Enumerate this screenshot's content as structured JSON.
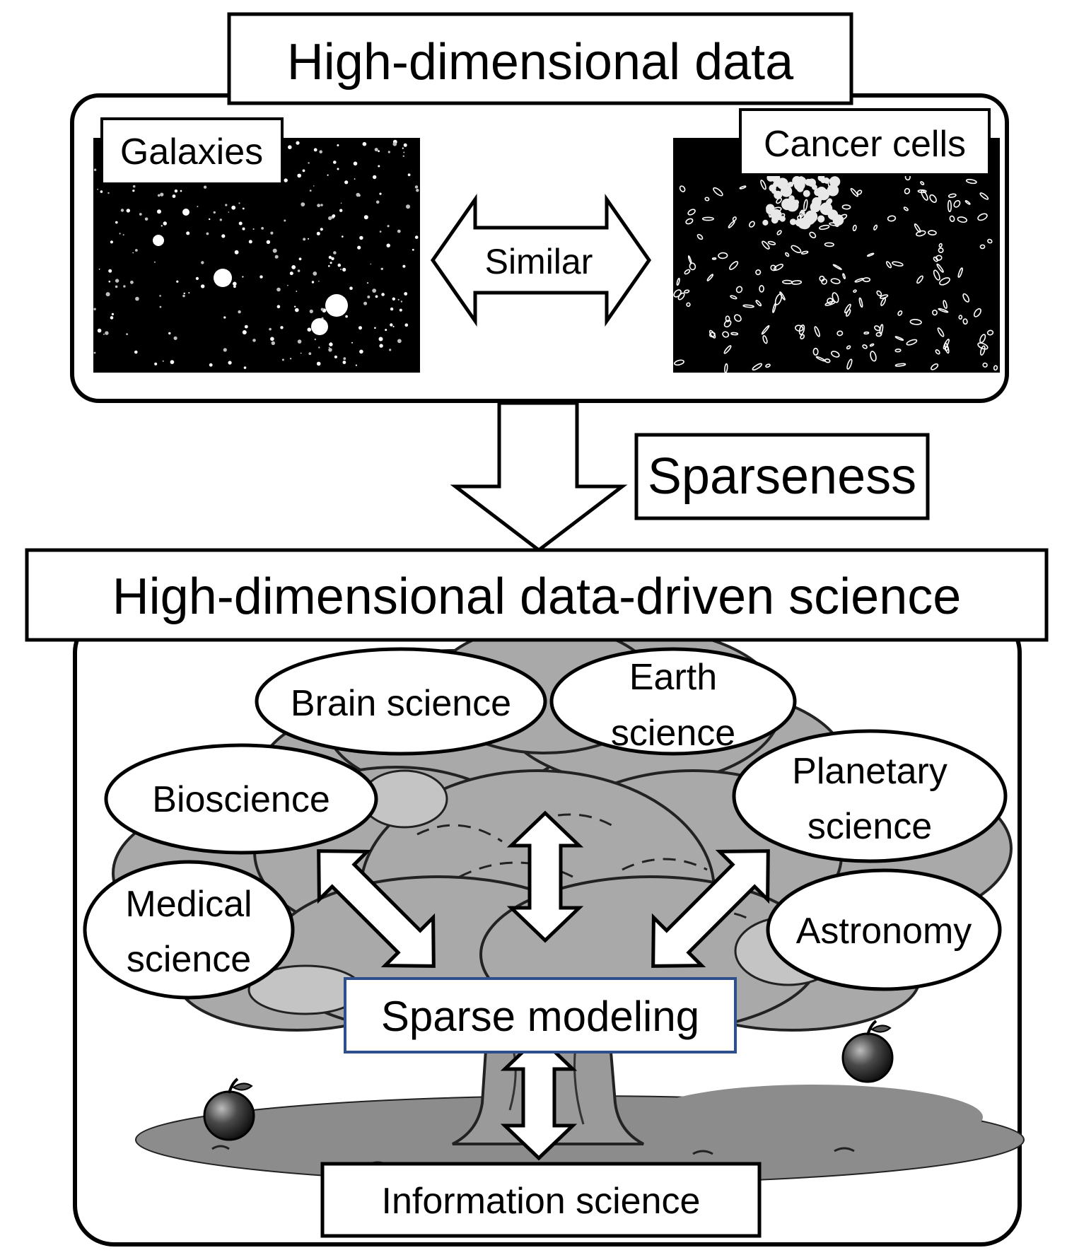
{
  "top_section": {
    "title": "High-dimensional data",
    "galaxies_label": "Galaxies",
    "cancer_label": "Cancer cells",
    "similar_label": "Similar"
  },
  "transition": {
    "label": "Sparseness"
  },
  "bottom_section": {
    "title": "High-dimensional data-driven science",
    "fields": {
      "brain": "Brain science",
      "earth_line1": "Earth",
      "earth_line2": "science",
      "bioscience": "Bioscience",
      "planetary_line1": "Planetary",
      "planetary_line2": "science",
      "medical_line1": "Medical",
      "medical_line2": "science",
      "astronomy": "Astronomy"
    },
    "core_method": "Sparse modeling",
    "foundation": "Information science"
  },
  "colors": {
    "image_background": "#000000",
    "tree_crown": "#a9a9a9",
    "tree_crown_light": "#c4c4c4",
    "trunk": "#9a9a9a",
    "ground_shadow": "#8c8c8c",
    "core_box_border": "#2e4f8c"
  },
  "icons": [
    "double-arrow-icon",
    "down-arrow-icon",
    "apple-icon",
    "tree-illustration"
  ]
}
